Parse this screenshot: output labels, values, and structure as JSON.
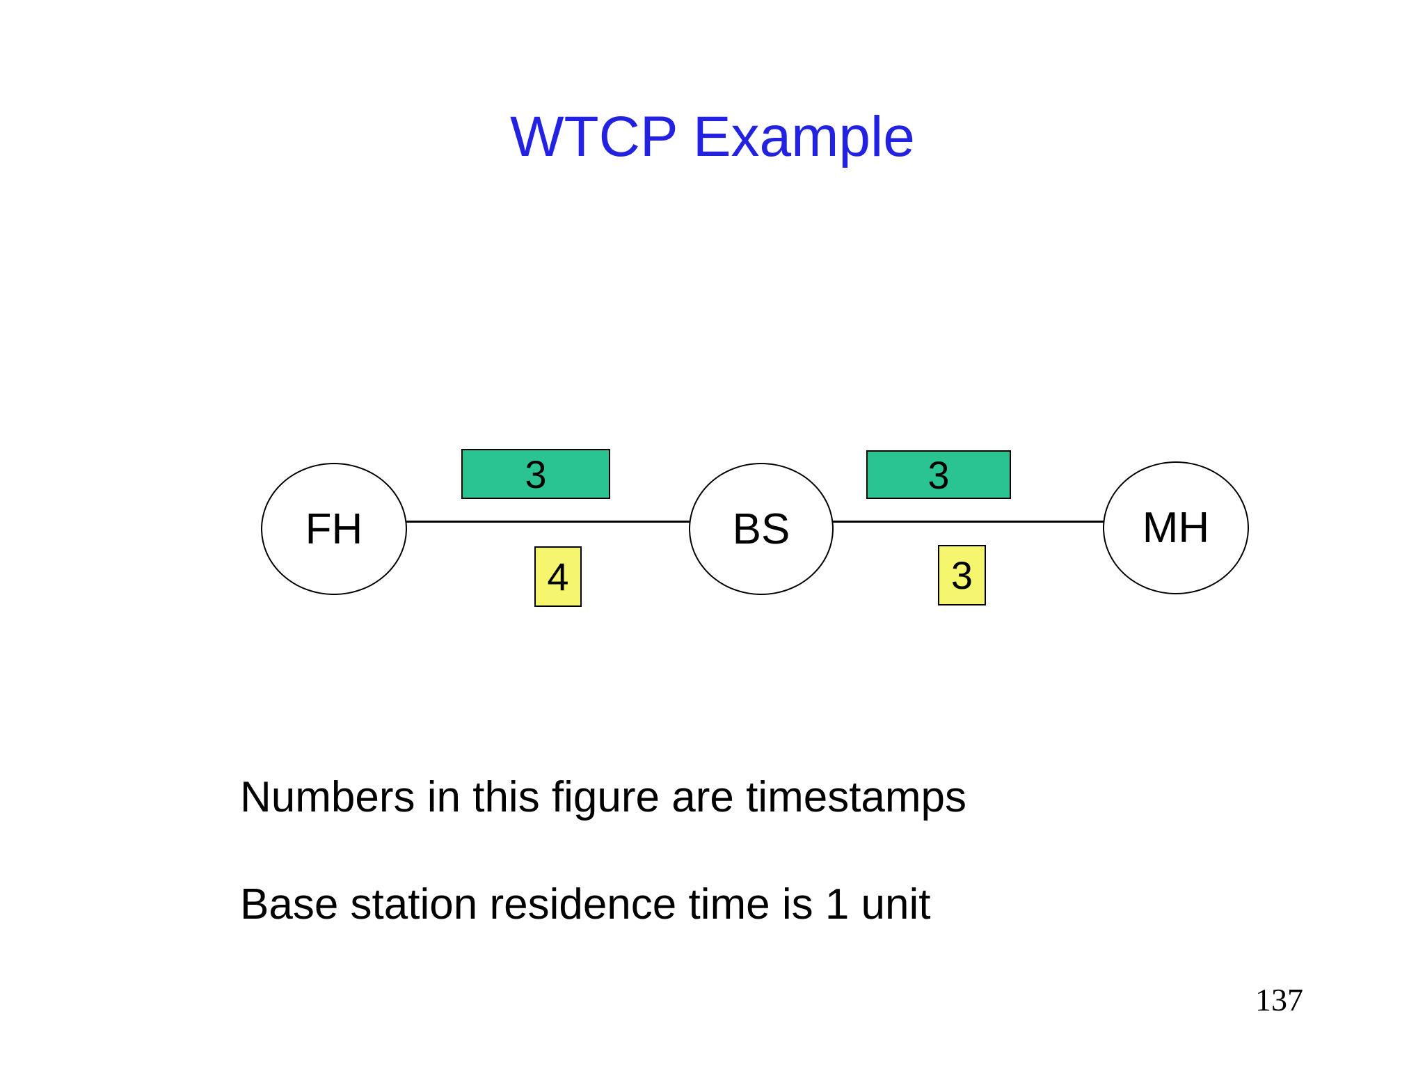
{
  "slide": {
    "title": "WTCP Example",
    "notes": [
      "Numbers in this figure are timestamps",
      "Base station residence time is 1 unit"
    ],
    "page_number": "137"
  },
  "diagram": {
    "nodes": [
      {
        "id": "fh",
        "label": "FH"
      },
      {
        "id": "bs",
        "label": "BS"
      },
      {
        "id": "mh",
        "label": "MH"
      }
    ],
    "links": [
      {
        "from": "FH",
        "to": "BS",
        "top_value": "3",
        "bottom_value": "4"
      },
      {
        "from": "BS",
        "to": "MH",
        "top_value": "3",
        "bottom_value": "3"
      }
    ]
  },
  "colors": {
    "title_text": "#2222E0",
    "top_box": "#29C492",
    "bottom_box": "#F5F56E"
  }
}
